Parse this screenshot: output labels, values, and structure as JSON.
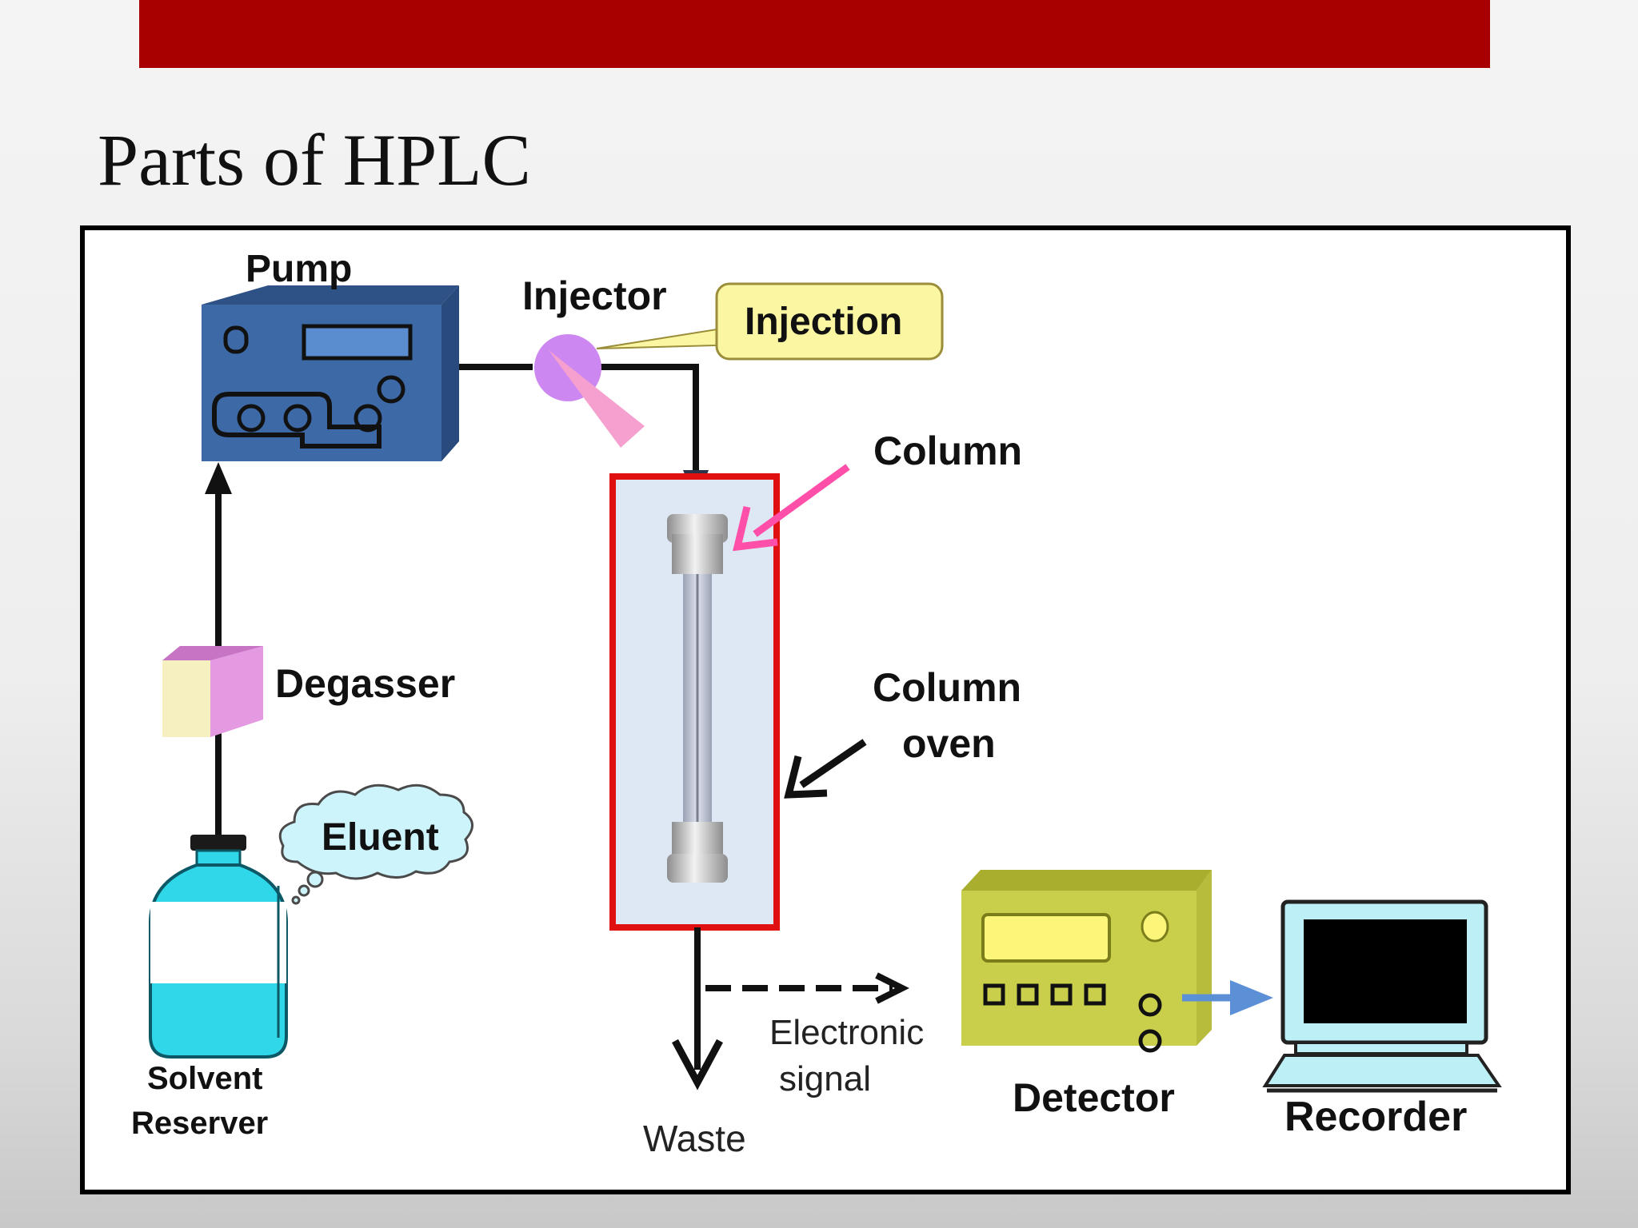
{
  "slide": {
    "title": "Parts of HPLC",
    "accent_color": "#a80000"
  },
  "diagram": {
    "labels": {
      "pump": "Pump",
      "injector": "Injector",
      "injection": "Injection",
      "column": "Column",
      "column_oven_line1": "Column",
      "column_oven_line2": "oven",
      "degasser": "Degasser",
      "eluent": "Eluent",
      "solvent_line1": "Solvent",
      "solvent_line2": "Reserver",
      "waste": "Waste",
      "signal_line1": "Electronic",
      "signal_line2": "signal",
      "detector": "Detector",
      "recorder": "Recorder"
    },
    "colors": {
      "pump": "#3d6aa6",
      "degasser": "#e39ae0",
      "solvent": "#2fd7e8",
      "oven_border": "#e01010",
      "oven_fill": "#dde8f4",
      "detector": "#c9cf4a",
      "injector": "#cc88f0",
      "injection_bubble": "#fbf6a2",
      "eluent_cloud": "#cdf3fb",
      "pointer_pink": "#ff4fa8",
      "signal_arrow_blue": "#5b8fd6"
    },
    "icons": [
      "pump-icon",
      "injector-icon",
      "column-icon",
      "degasser-icon",
      "solvent-bottle-icon",
      "detector-icon",
      "recorder-icon"
    ]
  }
}
